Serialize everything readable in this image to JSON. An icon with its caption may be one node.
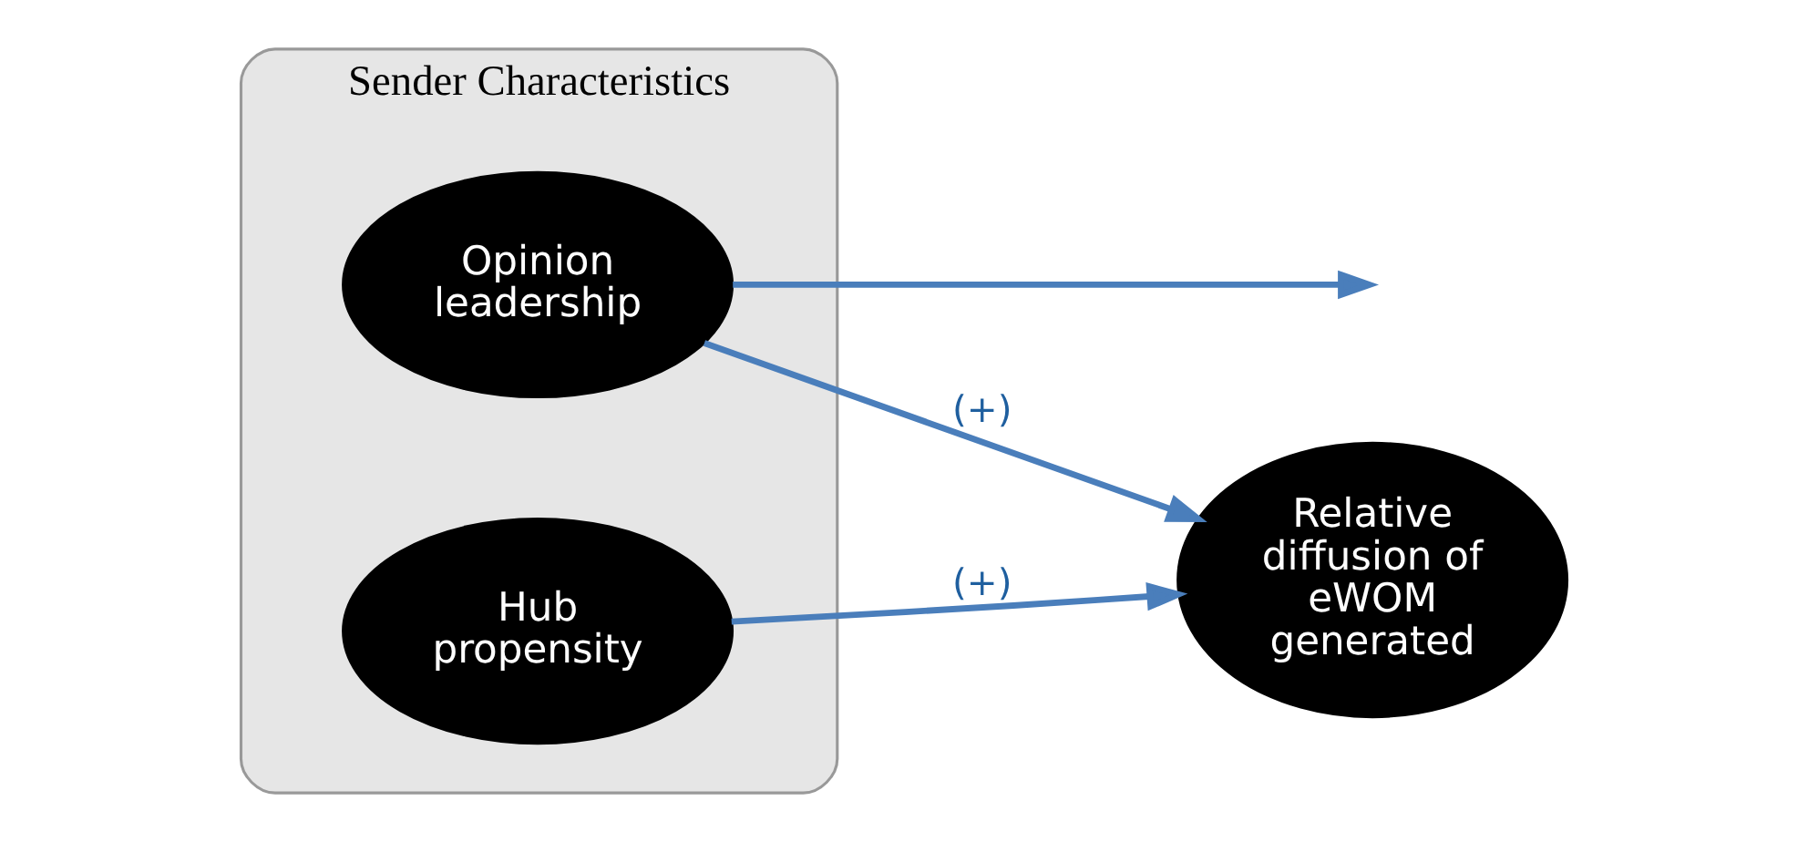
{
  "diagram": {
    "nodes": [
      {
        "text": [
          "Sender Characteristics"
        ]
      },
      {
        "text": [
          "Opinion leadership"
        ],
        "in": 0
      },
      {
        "text": [
          "Hub propensity"
        ],
        "in": 0
      },
      {
        "text": [
          "Relative diffusion of eWOM generated"
        ]
      }
    ],
    "edges": [
      {
        "from": 1,
        "to": 3,
        "arrow": "to",
        "label": "(+)"
      },
      {
        "from": 2,
        "to": 3,
        "arrow": "to",
        "label": "(+)"
      },
      {
        "from": 1,
        "to": null,
        "arrow": "to"
      }
    ]
  }
}
